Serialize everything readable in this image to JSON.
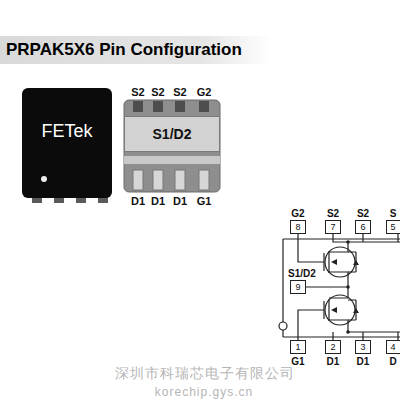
{
  "diagram": {
    "title": "PRPAK5X6 Pin Configuration",
    "nodes": [
      {
        "text": [
          "FETek"
        ]
      },
      {
        "text": [
          "S1/D2"
        ]
      },
      {
        "text": [
          "G2",
          "8"
        ]
      },
      {
        "text": [
          "S2",
          "7"
        ]
      },
      {
        "text": [
          "S2",
          "6"
        ]
      },
      {
        "text": [
          "S",
          "5"
        ]
      },
      {
        "text": [
          "S1/D2",
          "9"
        ]
      },
      {
        "text": [
          "G1",
          "1"
        ]
      },
      {
        "text": [
          "D1",
          "2"
        ]
      },
      {
        "text": [
          "D1",
          "3"
        ]
      },
      {
        "text": [
          "D",
          "4"
        ]
      }
    ],
    "labels": [
      "S2",
      "S2",
      "S2",
      "G2",
      "D1",
      "D1",
      "D1",
      "G1",
      "深圳市科瑞芯电子有限公司",
      "korechip.gys.cn"
    ]
  }
}
